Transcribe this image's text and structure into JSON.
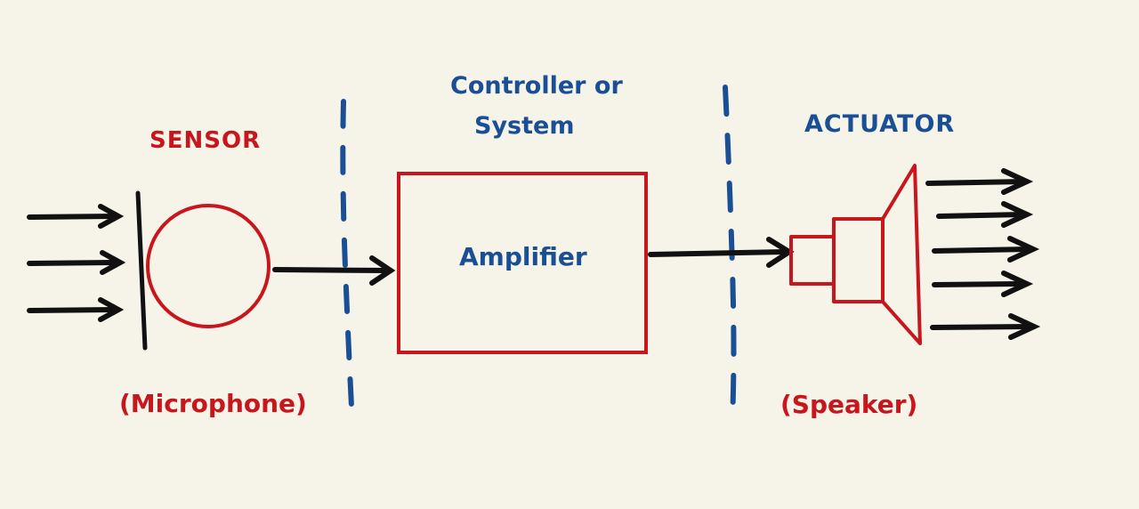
{
  "colors": {
    "background": "#f6f4e9",
    "sensor": "#c8161d",
    "labels_blue": "#1a4f95",
    "arrows": "#111111"
  },
  "labels": {
    "sensor": "SENSOR",
    "controller_line1": "Controller or",
    "controller_line2": "System",
    "actuator": "ACTUATOR",
    "amplifier": "Amplifier",
    "microphone": "(Microphone)",
    "speaker": "(Speaker)"
  },
  "icons": {
    "microphone": "microphone-icon",
    "speaker": "speaker-icon"
  }
}
